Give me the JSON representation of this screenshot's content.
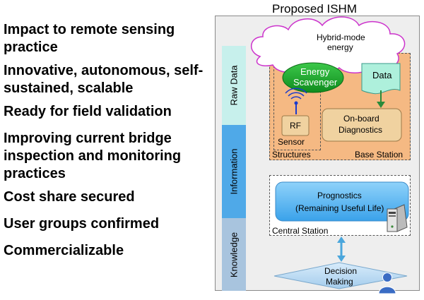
{
  "bullets": [
    "Impact to remote sensing practice",
    "Innovative, autonomous, self-sustained, scalable",
    "Ready for field validation",
    "Improving current bridge inspection and monitoring practices",
    "Cost share secured",
    "User groups confirmed",
    "Commercializable"
  ],
  "diagram": {
    "title": "Proposed ISHM",
    "bands": {
      "raw_data": "Raw Data",
      "information": "Information",
      "knowledge": "Knowledge"
    },
    "hybrid_energy_line1": "Hybrid-mode",
    "hybrid_energy_line2": "energy",
    "energy_scavenger_line1": "Energy",
    "energy_scavenger_line2": "Scavenger",
    "data": "Data",
    "rf": "RF",
    "onboard_line1": "On-board",
    "onboard_line2": "Diagnostics",
    "sensor": "Sensor",
    "structures": "Structures",
    "base_station": "Base Station",
    "prognostics_line1": "Prognostics",
    "prognostics_line2": "(Remaining Useful Life)",
    "central_station": "Central Station",
    "decision_line1": "Decision",
    "decision_line2": "Making"
  },
  "colors": {
    "band_raw": "#c7f0ec",
    "band_info": "#4fa9e8",
    "band_knowledge": "#a8c4de",
    "cloud_border": "#cc33cc",
    "energy_green": "#1aa32a",
    "data_teal": "#aef0dc",
    "orange": "#f5b983",
    "onboard": "#f0d2a0",
    "central_blue": "#5ab5f0"
  }
}
